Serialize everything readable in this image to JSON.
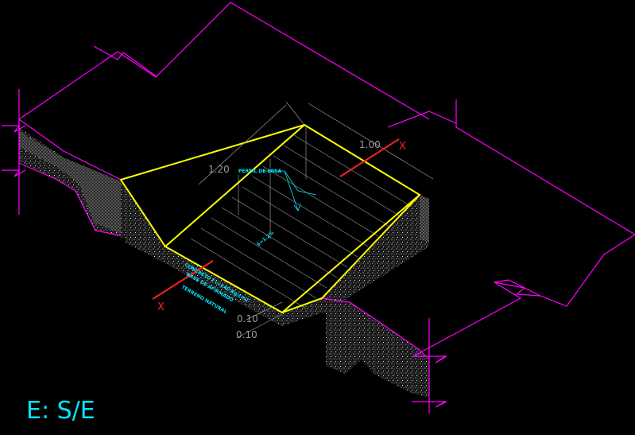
{
  "dimensions": {
    "width_label": "1.20",
    "length_label": "1.00",
    "thickness_a": "0.10",
    "thickness_b": "0.10"
  },
  "section_marks": {
    "left": "X",
    "right": "X"
  },
  "notes": {
    "top_note": "PERFIL DE LOSA",
    "slope": "S=1.2%",
    "layer_1": "CONCRETO f'c=140 Kg/cm2",
    "layer_2": "BASE DE AFIRMADO",
    "layer_3": "TERRENO NATURAL"
  },
  "scale_label": "E: S/E",
  "colors": {
    "background": "#000000",
    "outline": "#ff00ff",
    "ramp": "#ffff00",
    "section_line": "#ff2020",
    "annotation": "#00e5ff",
    "dimension": "#9a9a9a"
  }
}
